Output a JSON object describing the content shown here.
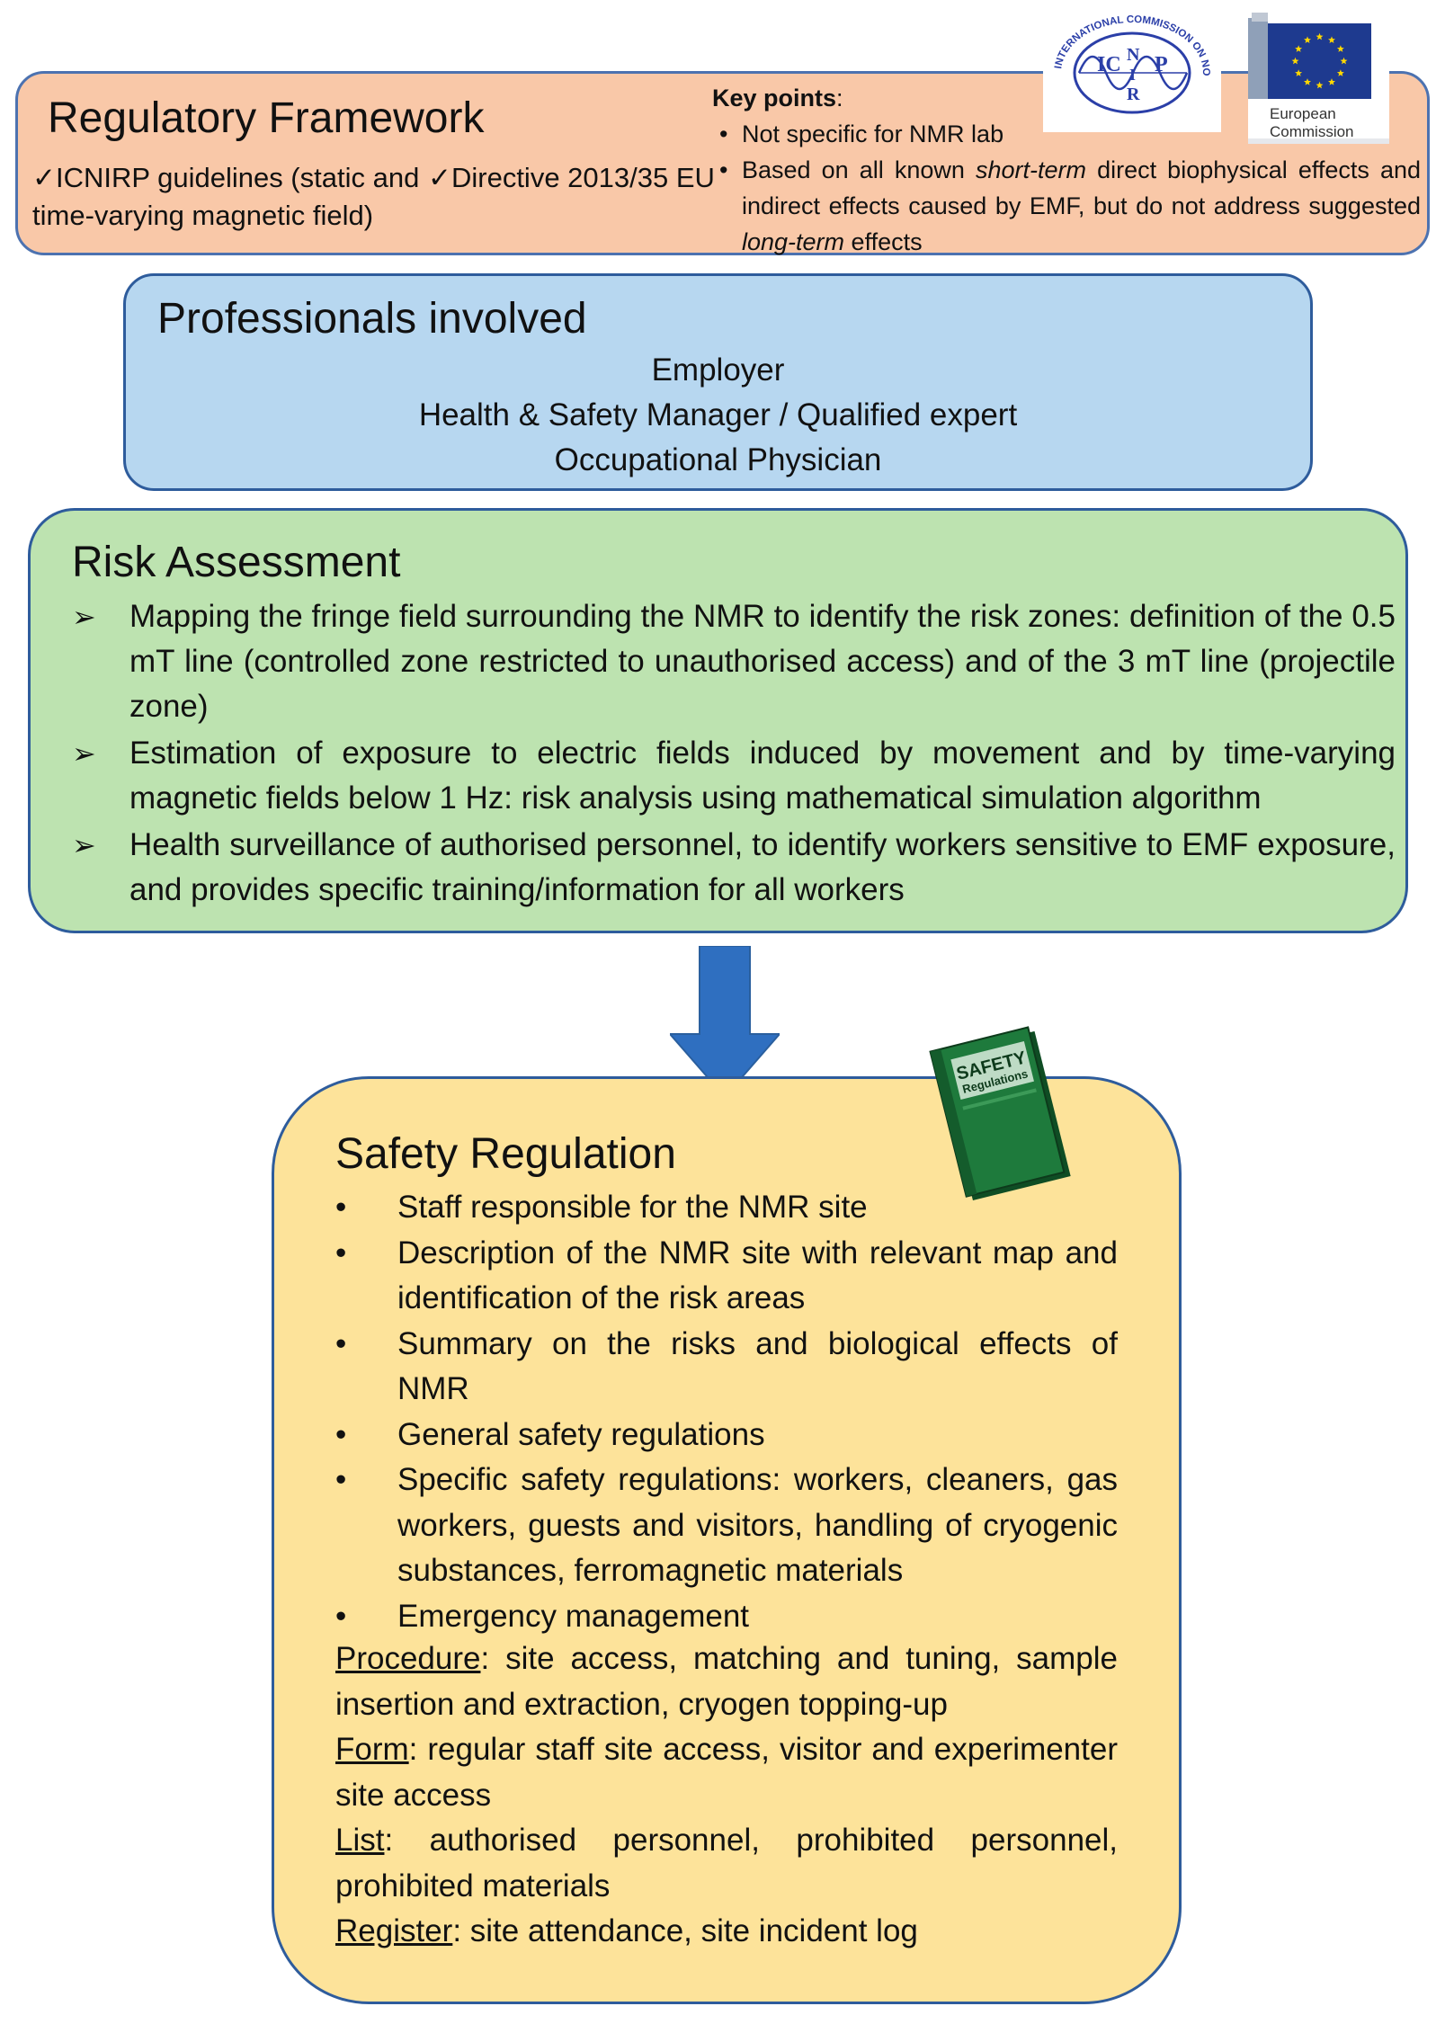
{
  "regulatory": {
    "title": "Regulatory Framework",
    "item1_line1": "✓ICNIRP guidelines (static and",
    "item1_line2": "time-varying magnetic field)",
    "item2": "✓Directive 2013/35 EU",
    "key_points_title": "Key points",
    "key_points_colon": ":",
    "kp1": "Not specific for NMR lab",
    "kp2_pre": "Based on all known ",
    "kp2_em1": "short-term",
    "kp2_mid": " direct biophysical effects and indirect effects caused by EMF, but do not address suggested ",
    "kp2_em2": "long-term",
    "kp2_post": " effects"
  },
  "logos": {
    "icnirp_ring": "INTERNATIONAL COMMISSION ON NON-IONIZING RADIATION PROTECTION",
    "icnirp_ic": "IC",
    "icnirp_n": "N",
    "icnirp_i": "I",
    "icnirp_r": "R",
    "icnirp_p": "P",
    "ec_line1": "European",
    "ec_line2": "Commission"
  },
  "professionals": {
    "title": "Professionals involved",
    "lines": [
      "Employer",
      "Health & Safety Manager / Qualified expert",
      "Occupational Physician"
    ]
  },
  "risk": {
    "title": "Risk Assessment",
    "items": [
      "Mapping the fringe field surrounding the NMR to identify the risk zones: definition of the 0.5 mT line (controlled zone restricted to unauthorised access) and of the 3 mT line (projectile zone)",
      "Estimation of exposure to electric fields induced by movement and by time-varying magnetic fields below 1 Hz: risk analysis using mathematical simulation algorithm",
      "Health surveillance of authorised personnel, to identify workers sensitive to EMF exposure, and provides specific training/information for all workers"
    ]
  },
  "book": {
    "line1": "SAFETY",
    "line2": "Regulations"
  },
  "safety": {
    "title": "Safety Regulation",
    "items": [
      "Staff responsible for the NMR site",
      "Description of the NMR site with relevant map and identification of the risk areas",
      "Summary on the risks and biological effects of NMR",
      "General safety regulations",
      "Specific safety regulations: workers, cleaners, gas workers, guests and visitors, handling of cryogenic substances, ferromagnetic materials",
      "Emergency management"
    ],
    "procedure_label": "Procedure",
    "procedure_text": ": site access, matching and tuning, sample insertion and extraction, cryogen topping-up",
    "form_label": "Form",
    "form_text": ": regular staff site access, visitor and experimenter site access",
    "list_label": "List",
    "list_text": ": authorised personnel, prohibited personnel, prohibited materials",
    "register_label": "Register",
    "register_text": ": site attendance, site incident log"
  },
  "colors": {
    "regulatory_fill": "#f9c8a8",
    "professionals_fill": "#b7d7f0",
    "risk_fill": "#bde3b0",
    "safety_fill": "#fde39a",
    "border": "#2e5c9c",
    "arrow": "#2f6fc0",
    "book": "#1e7a3c"
  }
}
